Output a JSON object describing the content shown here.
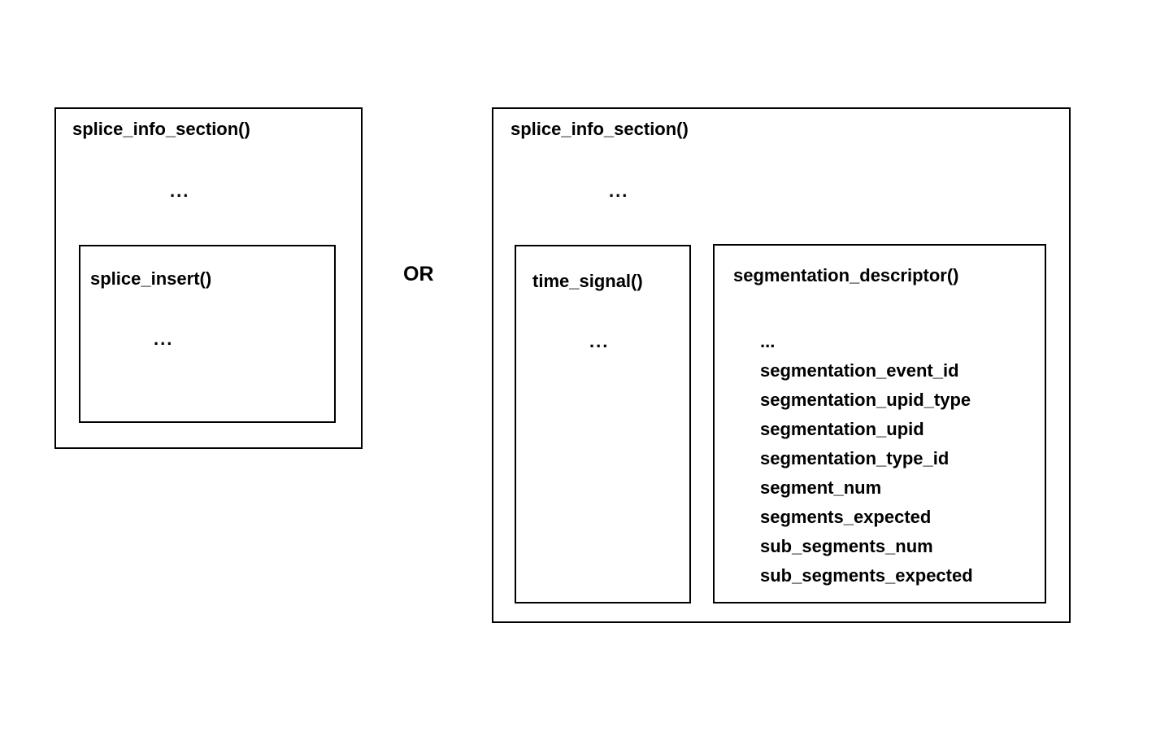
{
  "diagram": {
    "or_label": "OR",
    "colors": {
      "background": "#ffffff",
      "border": "#000000",
      "text": "#000000"
    },
    "left": {
      "title": "splice_info_section()",
      "ellipsis": "...",
      "inner": {
        "title": "splice_insert()",
        "ellipsis": "..."
      }
    },
    "right": {
      "title": "splice_info_section()",
      "ellipsis": "...",
      "time_signal": {
        "title": "time_signal()",
        "ellipsis": "..."
      },
      "segmentation_descriptor": {
        "title": "segmentation_descriptor()",
        "ellipsis": "...",
        "fields": [
          "segmentation_event_id",
          "segmentation_upid_type",
          "segmentation_upid",
          "segmentation_type_id",
          "segment_num",
          "segments_expected",
          "sub_segments_num",
          "sub_segments_expected"
        ]
      }
    }
  }
}
